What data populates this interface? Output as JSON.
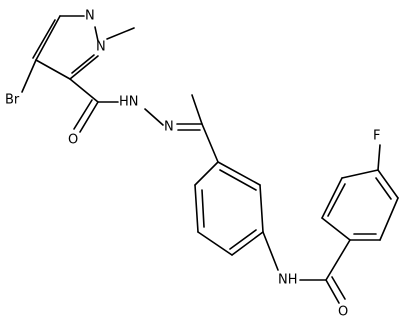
{
  "atoms": {
    "bromine": "Br",
    "pyrazole_n2": "N",
    "pyrazole_n1": "N",
    "amide_oxygen_top": "O",
    "hydrazide_nh": "HN",
    "hydrazone_n": "N",
    "fluorine": "F",
    "anilide_nh": "NH",
    "amide_oxygen_bottom": "O"
  },
  "colors": {
    "bond": "#000000",
    "background": "#ffffff"
  }
}
